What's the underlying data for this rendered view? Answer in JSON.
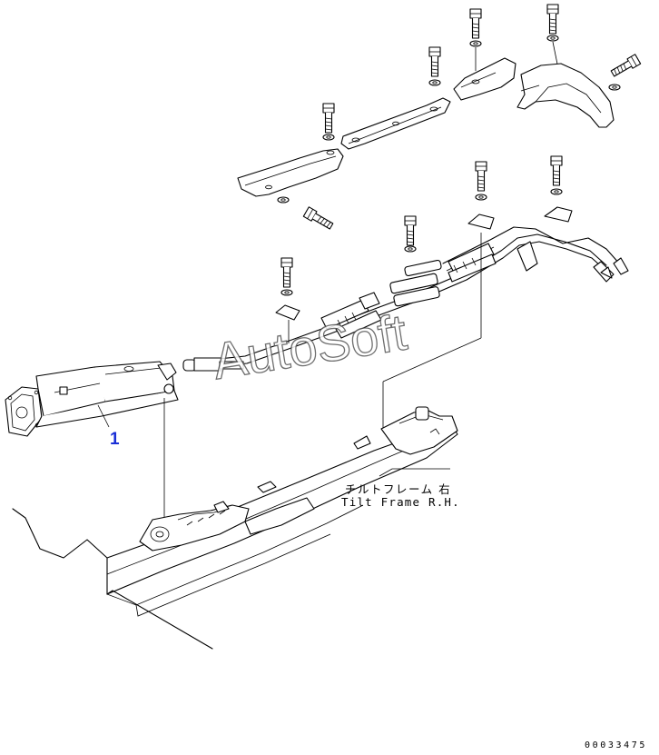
{
  "callout": {
    "part_number": "1"
  },
  "frame_label": {
    "japanese": "チルトフレーム 右",
    "english": "Tilt Frame R.H."
  },
  "watermark": "AutoSoft",
  "document_number": "00033475",
  "colors": {
    "line": "#000000",
    "callout": "#1a2fd6",
    "background": "#ffffff"
  }
}
